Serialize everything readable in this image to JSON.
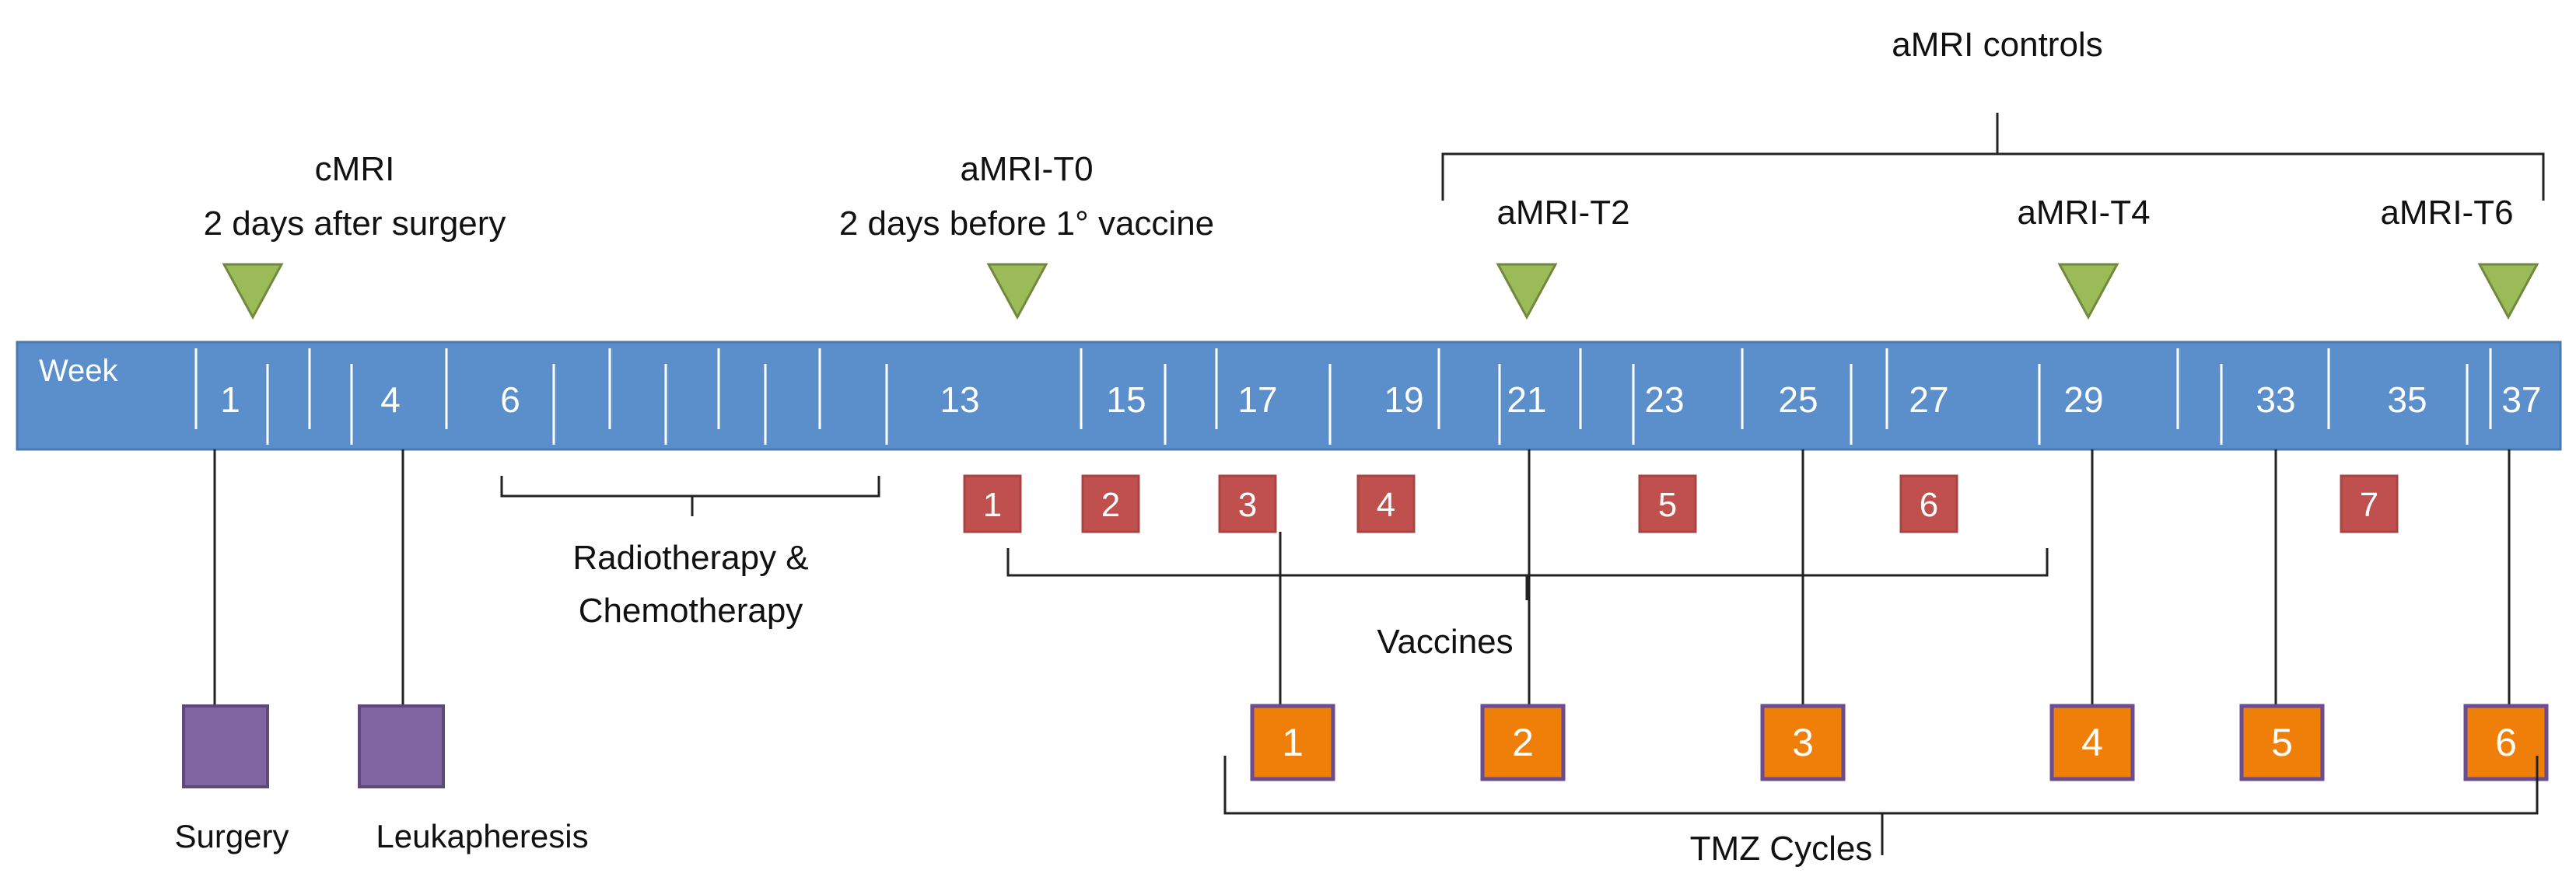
{
  "colors": {
    "timeline_bar": "#5b8fcb",
    "timeline_bar_border": "#4a79b0",
    "mri_marker": "#9bbb59",
    "mri_marker_border": "#71893f",
    "vaccine_box": "#c0504d",
    "vaccine_box_border": "#a94442",
    "tmz_box": "#f07f09",
    "tmz_box_border": "#6a4c93",
    "procedure_box": "#8064a2",
    "procedure_box_border": "#5f497a",
    "line": "#222222"
  },
  "timeline": {
    "label": "Week",
    "weeks": [
      "1",
      "4",
      "6",
      "13",
      "15",
      "17",
      "19",
      "21",
      "23",
      "25",
      "27",
      "29",
      "33",
      "35",
      "37"
    ]
  },
  "mri": {
    "cmri": {
      "line1": "cMRI",
      "line2": "2 days after surgery"
    },
    "t0": {
      "line1": "aMRI-T0",
      "line2": "2 days before 1° vaccine"
    },
    "t2": "aMRI-T2",
    "t4": "aMRI-T4",
    "t6": "aMRI-T6",
    "controls": "aMRI controls"
  },
  "treatment": {
    "radio_chemo": {
      "line1": "Radiotherapy &",
      "line2": "Chemotherapy"
    },
    "vaccines_label": "Vaccines",
    "vaccines": [
      "1",
      "2",
      "3",
      "4",
      "5",
      "6",
      "7"
    ],
    "tmz_label": "TMZ Cycles",
    "tmz": [
      "1",
      "2",
      "3",
      "4",
      "5",
      "6"
    ],
    "surgery": "Surgery",
    "leukapheresis": "Leukapheresis"
  }
}
